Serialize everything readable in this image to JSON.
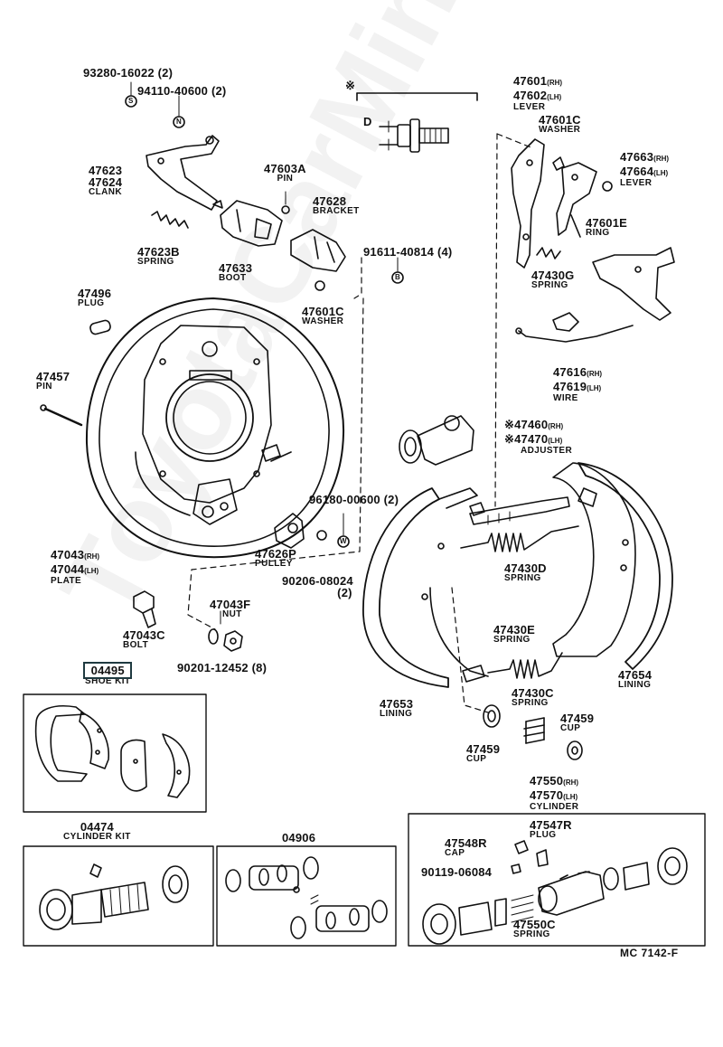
{
  "watermark": "ToyotaCarMinsk.ru",
  "diagram_ref": "MC 7142-F",
  "top_marks": {
    "asterisk": "※",
    "d_label": "D"
  },
  "callouts": {
    "p93280": {
      "part": "93280-16022",
      "qty": "(2)",
      "sym": "S"
    },
    "p94110": {
      "part": "94110-40600",
      "qty": "(2)",
      "sym": "N"
    },
    "p47623": {
      "part_a": "47623",
      "part_b": "47624",
      "name": "CLANK"
    },
    "p47603a": {
      "part": "47603A",
      "name": "PIN"
    },
    "p47628": {
      "part": "47628",
      "name": "BRACKET"
    },
    "p91611": {
      "part": "91611-40814",
      "qty": "(4)",
      "sym": "B"
    },
    "p47623b": {
      "part": "47623B",
      "name": "SPRING"
    },
    "p47633": {
      "part": "47633",
      "name": "BOOT"
    },
    "p47601c_w": {
      "part": "47601C",
      "name": "WASHER"
    },
    "p47496": {
      "part": "47496",
      "name": "PLUG"
    },
    "p47457": {
      "part": "47457",
      "name": "PIN"
    },
    "p47043": {
      "part_a": "47043",
      "suffix_a": "(RH)",
      "part_b": "47044",
      "suffix_b": "(LH)",
      "name": "PLATE"
    },
    "p96180": {
      "part": "96180-00600",
      "qty": "(2)",
      "sym": "W"
    },
    "p47626p": {
      "part": "47626P",
      "name": "PULLEY"
    },
    "p90206": {
      "part": "90206-08024",
      "qty": "(2)"
    },
    "p47043f": {
      "part": "47043F",
      "name": "NUT"
    },
    "p47043c": {
      "part": "47043C",
      "name": "BOLT"
    },
    "p90201": {
      "part": "90201-12452",
      "qty": "(8)"
    },
    "p47601": {
      "part_a": "47601",
      "suffix_a": "(RH)",
      "part_b": "47602",
      "suffix_b": "(LH)",
      "name": "LEVER"
    },
    "p47601c_top": {
      "part": "47601C",
      "name": "WASHER"
    },
    "p47663": {
      "part_a": "47663",
      "suffix_a": "(RH)",
      "part_b": "47664",
      "suffix_b": "(LH)",
      "name": "LEVER"
    },
    "p47601e": {
      "part": "47601E",
      "name": "RING"
    },
    "p47430g": {
      "part": "47430G",
      "name": "SPRING"
    },
    "p47616": {
      "part_a": "47616",
      "suffix_a": "(RH)",
      "part_b": "47619",
      "suffix_b": "(LH)",
      "name": "WIRE"
    },
    "p47460": {
      "star": "※",
      "part_a": "47460",
      "suffix_a": "(RH)",
      "part_b": "47470",
      "suffix_b": "(LH)",
      "name": "ADJUSTER"
    },
    "p47430d": {
      "part": "47430D",
      "name": "SPRING"
    },
    "p47430e": {
      "part": "47430E",
      "name": "SPRING"
    },
    "p47654": {
      "part": "47654",
      "name": "LINING"
    },
    "p47653": {
      "part": "47653",
      "name": "LINING"
    },
    "p47430c": {
      "part": "47430C",
      "name": "SPRING"
    },
    "p47459_l": {
      "part": "47459",
      "name": "CUP"
    },
    "p47459_r": {
      "part": "47459",
      "name": "CUP"
    },
    "p47550": {
      "part_a": "47550",
      "suffix_a": "(RH)",
      "part_b": "47570",
      "suffix_b": "(LH)",
      "name": "CYLINDER"
    },
    "p47548r": {
      "part": "47548R",
      "name": "CAP"
    },
    "p47547r": {
      "part": "47547R",
      "name": "PLUG"
    },
    "p90119": {
      "part": "90119-06084"
    },
    "p47550c": {
      "part": "47550C",
      "name": "SPRING"
    }
  },
  "kits": {
    "shoe_kit": {
      "part": "04495",
      "name": "SHOE KIT"
    },
    "cylinder_kit": {
      "part": "04474",
      "name": "CYLINDER KIT"
    },
    "repair_kit": {
      "part": "04906"
    }
  },
  "colors": {
    "ink": "#111111",
    "paper": "#ffffff",
    "kit_highlight": "#1f3a40"
  }
}
